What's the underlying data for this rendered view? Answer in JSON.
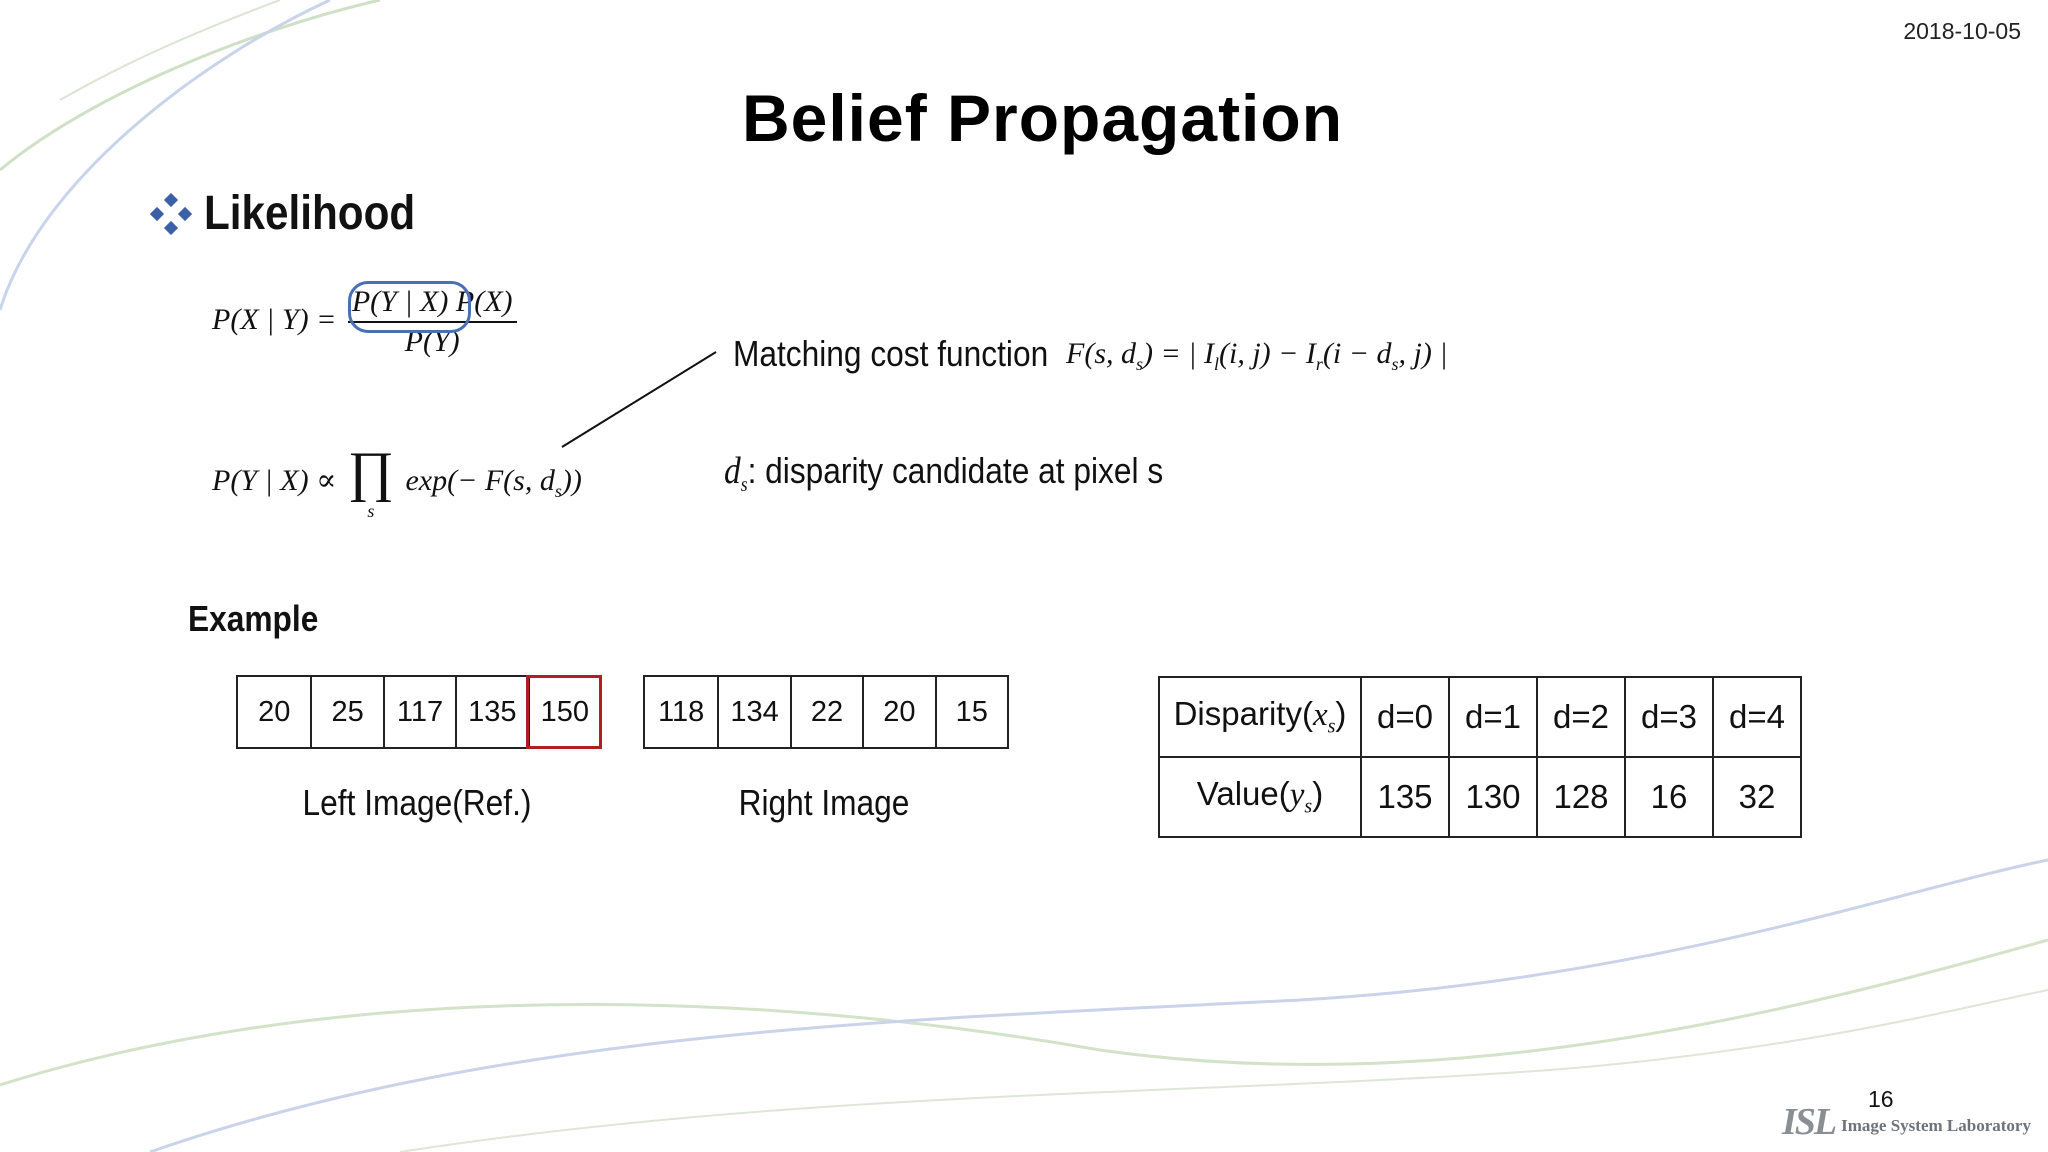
{
  "header": {
    "date": "2018-10-05",
    "title": "Belief Propagation"
  },
  "section": {
    "bullet_icon": "diamond-bullet-icon",
    "heading": "Likelihood"
  },
  "equations": {
    "bayes": {
      "lhs": "P(X | Y) =",
      "numerator_circled": "P(Y | X)",
      "numerator_rest": "P(X)",
      "denominator": "P(Y)"
    },
    "proportional": {
      "lhs": "P(Y | X) ∝",
      "product_symbol": "∏",
      "product_sub": "s",
      "rhs": "exp(− F(s, d",
      "rhs_sub": "s",
      "rhs_end": "))"
    },
    "cost": {
      "label": "Matching cost function",
      "formula": "F(s, d",
      "f_sub": "s",
      "formula_mid": ") = | I",
      "i_sub_l": "l",
      "formula_mid2": "(i, j) − I",
      "i_sub_r": "r",
      "formula_mid3": "(i − d",
      "d_sub": "s",
      "formula_end": ", j) |"
    },
    "disparity_note": {
      "symbol": "d",
      "symbol_sub": "s",
      "text": ": disparity candidate at pixel s"
    }
  },
  "example": {
    "label": "Example",
    "left_image": {
      "caption": "Left Image(Ref.)",
      "values": [
        "20",
        "25",
        "117",
        "135",
        "150"
      ],
      "highlight_index": 4
    },
    "right_image": {
      "caption": "Right Image",
      "values": [
        "118",
        "134",
        "22",
        "20",
        "15"
      ]
    },
    "table": {
      "row1_label": "Disparity(",
      "row1_var": "x",
      "row1_sub": "s",
      "row1_close": ")",
      "row2_label": "Value(",
      "row2_var": "y",
      "row2_sub": "s",
      "row2_close": ")",
      "disparities": [
        "d=0",
        "d=1",
        "d=2",
        "d=3",
        "d=4"
      ],
      "values": [
        "135",
        "130",
        "128",
        "16",
        "32"
      ]
    }
  },
  "footer": {
    "page_number": "16",
    "logo_mark": "ISL",
    "logo_text": "Image System Laboratory"
  },
  "colors": {
    "highlight_red": "#b01e23",
    "circle_blue": "#4a6fb5",
    "bullet_blue": "#3b5fa8"
  }
}
